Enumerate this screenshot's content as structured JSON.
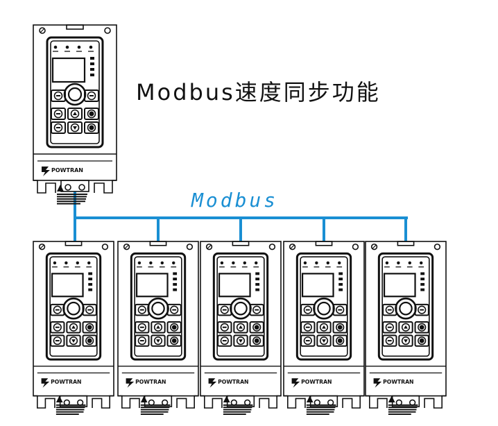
{
  "title": "Modbus速度同步功能",
  "bus_label": "Modbus",
  "brand_text": "POWTRAN",
  "colors": {
    "bus": "#1a8fd3",
    "line": "#111111",
    "label": "#1a8fd3"
  },
  "master": {
    "name": "master-inverter"
  },
  "slaves": [
    {
      "name": "slave-inverter-1"
    },
    {
      "name": "slave-inverter-2"
    },
    {
      "name": "slave-inverter-3"
    },
    {
      "name": "slave-inverter-4"
    },
    {
      "name": "slave-inverter-5"
    }
  ],
  "icons": [
    "indicator-led-icon",
    "display-screen-icon",
    "knob-icon",
    "key-icon",
    "warning-icon",
    "logo-icon"
  ]
}
